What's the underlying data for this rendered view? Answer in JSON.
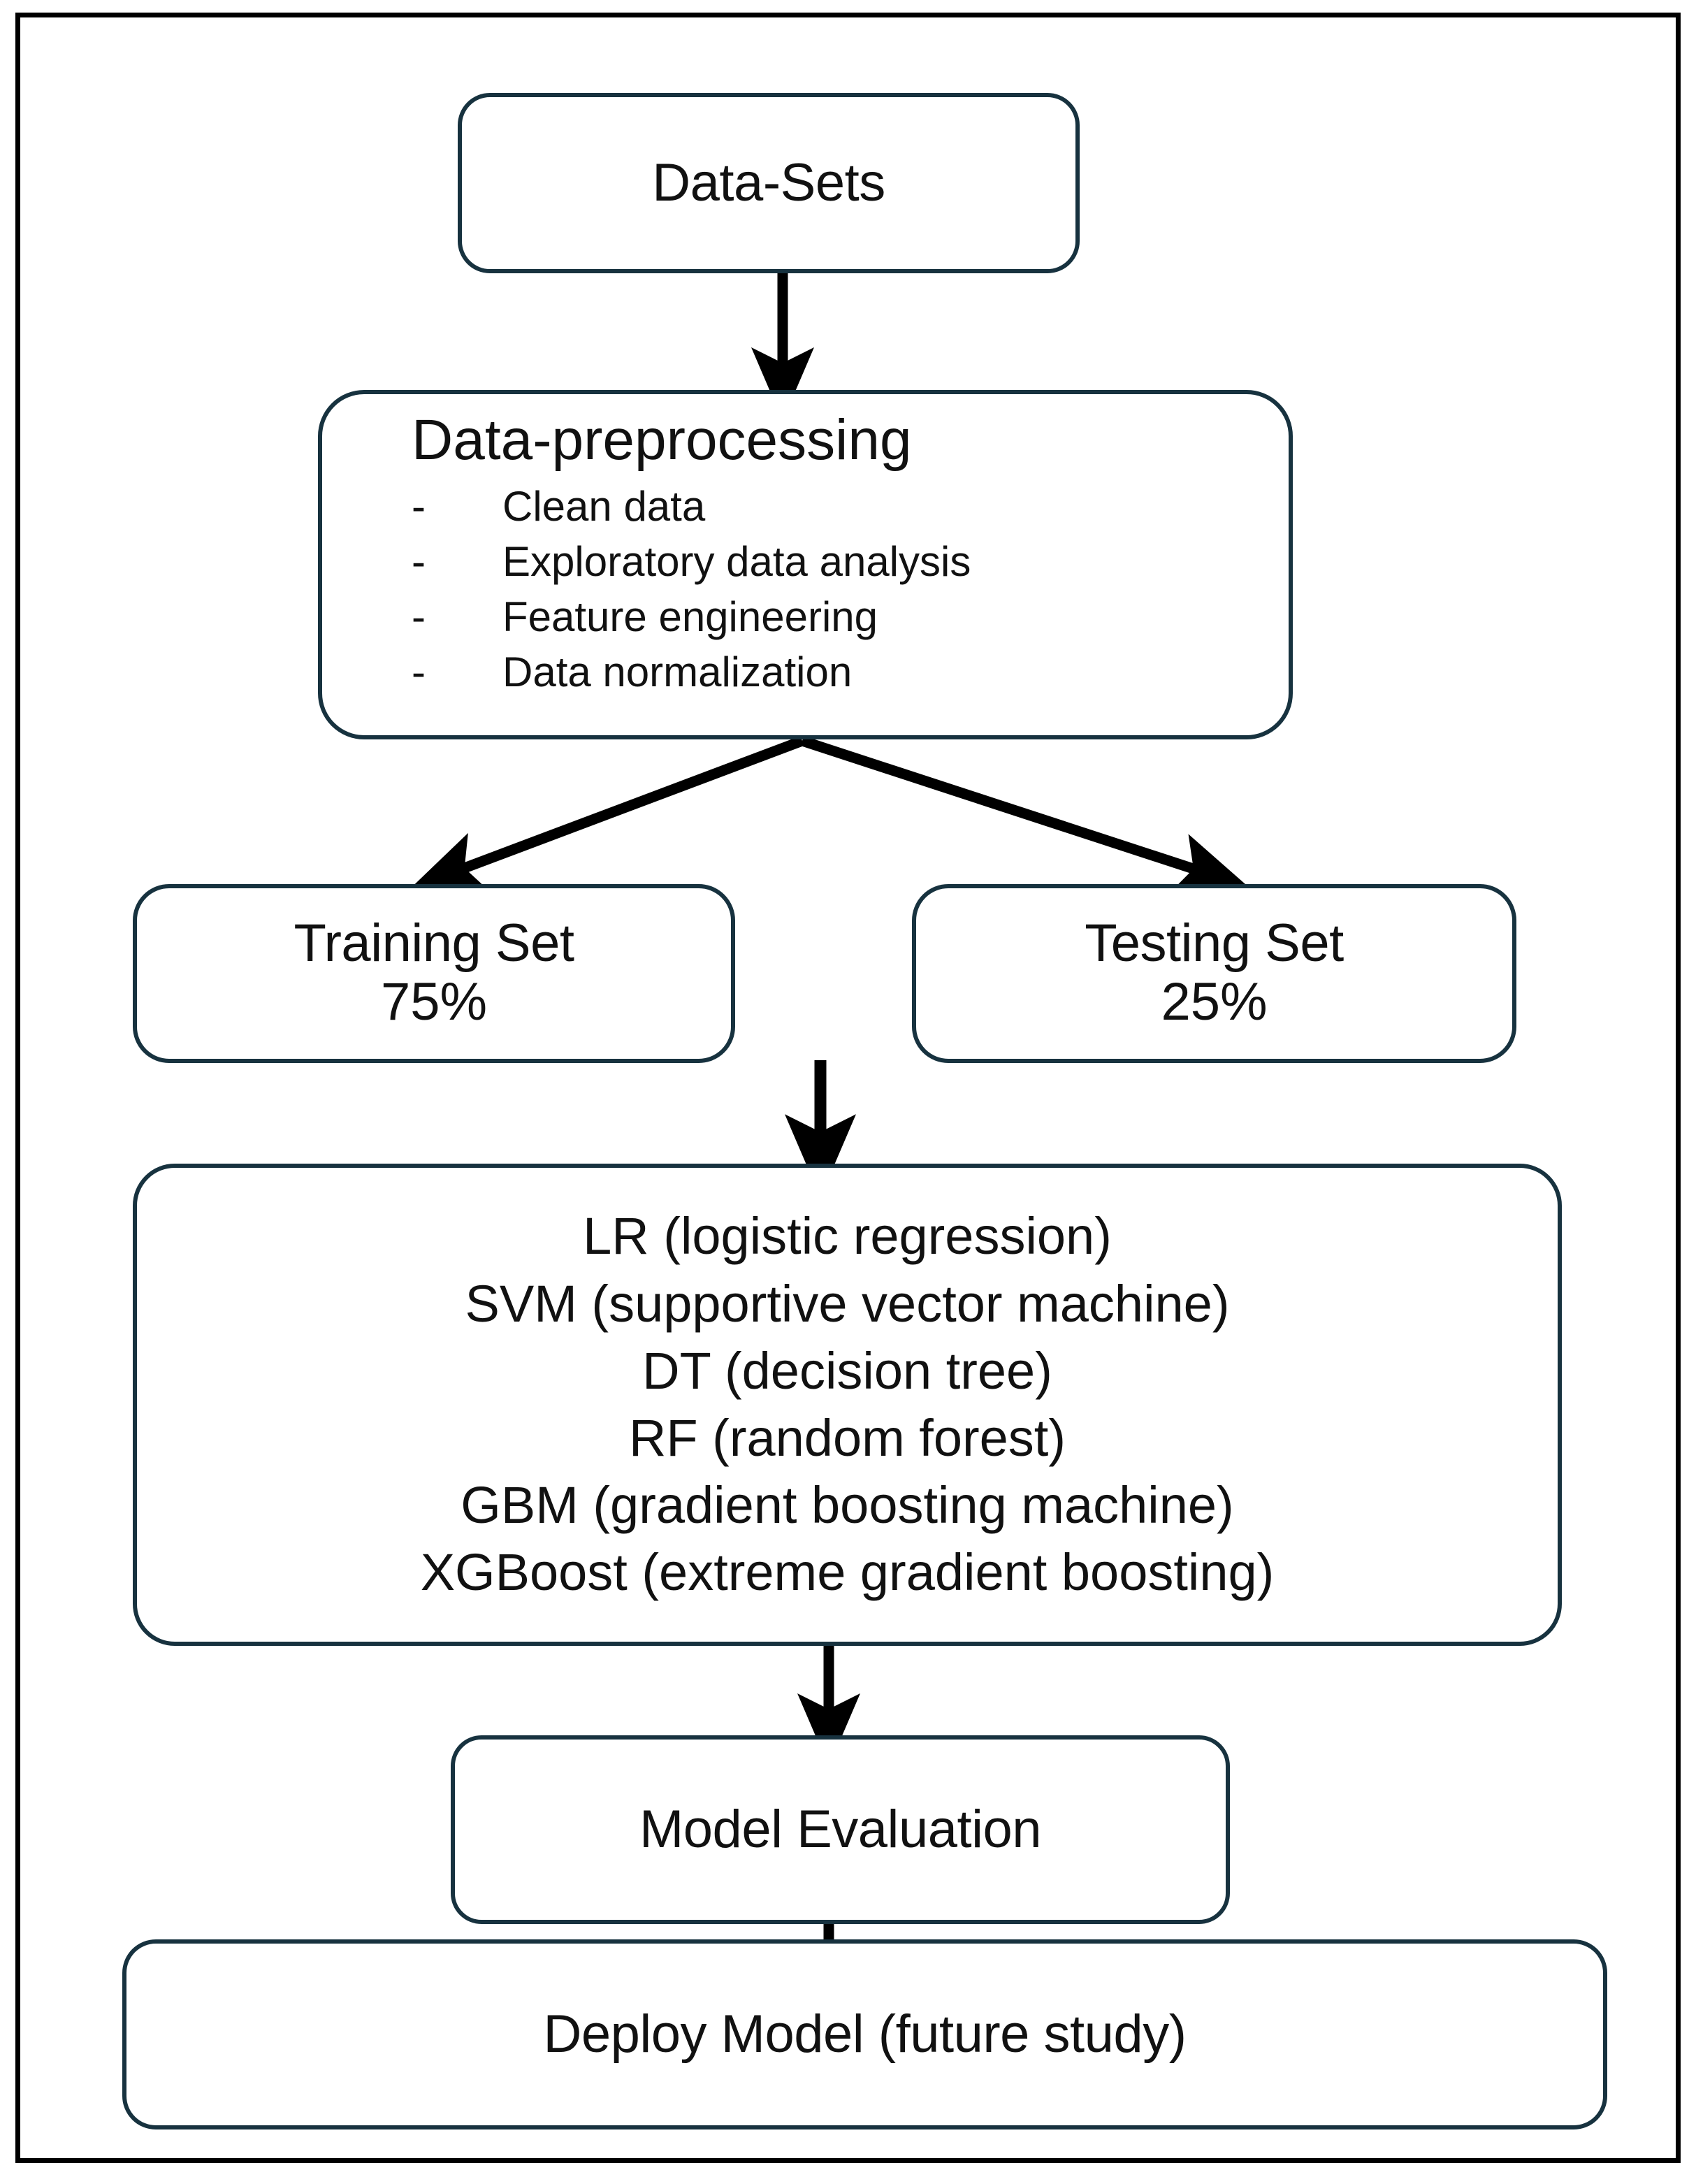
{
  "diagram": {
    "title_hidden": "",
    "colors": {
      "node_border": "#17323f",
      "frame": "#000000",
      "arrow": "#000000",
      "text": "#111111",
      "background": "#ffffff"
    },
    "nodes": {
      "datasets": {
        "label": "Data-Sets"
      },
      "preprocessing": {
        "title": "Data-preprocessing",
        "bullet_marker": "-",
        "items": [
          "Clean data",
          "Exploratory data analysis",
          "Feature engineering",
          "Data normalization"
        ]
      },
      "training": {
        "label": "Training Set",
        "value": "75%"
      },
      "testing": {
        "label": "Testing Set",
        "value": "25%"
      },
      "models": {
        "lines": [
          "LR (logistic regression)",
          "SVM (supportive vector machine)",
          "DT (decision tree)",
          "RF (random forest)",
          "GBM (gradient boosting machine)",
          "XGBoost (extreme gradient boosting)"
        ]
      },
      "evaluation": {
        "label": "Model Evaluation"
      },
      "deploy": {
        "label": "Deploy Model (future study)"
      }
    },
    "edges": [
      {
        "from": "datasets",
        "to": "preprocessing",
        "style": "straight-down"
      },
      {
        "from": "preprocessing",
        "to": "training",
        "style": "diagonal-left"
      },
      {
        "from": "preprocessing",
        "to": "testing",
        "style": "diagonal-right"
      },
      {
        "from": "training",
        "to": "models",
        "style": "straight-down"
      },
      {
        "from": "models",
        "to": "evaluation",
        "style": "straight-down"
      },
      {
        "from": "evaluation",
        "to": "deploy",
        "style": "straight-down"
      }
    ]
  }
}
